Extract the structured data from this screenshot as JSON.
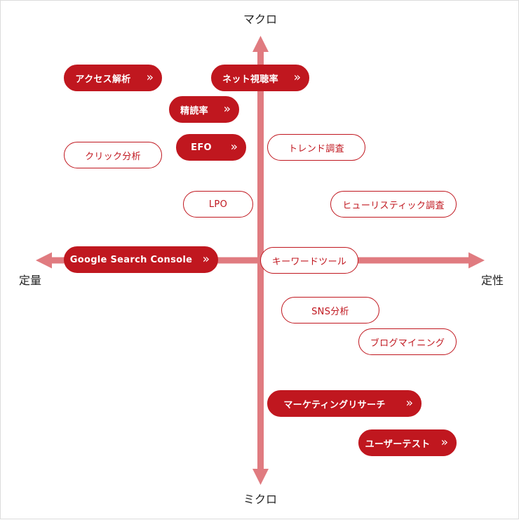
{
  "axes": {
    "top": "マクロ",
    "bottom": "ミクロ",
    "left": "定量",
    "right": "定性",
    "color": "#e07b80"
  },
  "colors": {
    "accent": "#c0171f"
  },
  "nodes": [
    {
      "label": "アクセス解析",
      "style": "solid",
      "has_chevron": true,
      "chevron": "»"
    },
    {
      "label": "ネット視聴率",
      "style": "solid",
      "has_chevron": true,
      "chevron": "»"
    },
    {
      "label": "精読率",
      "style": "solid",
      "has_chevron": true,
      "chevron": "»"
    },
    {
      "label": "EFO",
      "style": "solid",
      "has_chevron": true,
      "chevron": "»"
    },
    {
      "label": "クリック分析",
      "style": "outline",
      "has_chevron": false
    },
    {
      "label": "トレンド調査",
      "style": "outline",
      "has_chevron": false
    },
    {
      "label": "LPO",
      "style": "outline",
      "has_chevron": false
    },
    {
      "label": "ヒューリスティック調査",
      "style": "outline",
      "has_chevron": false
    },
    {
      "label": "Google Search Console",
      "style": "solid",
      "has_chevron": true,
      "chevron": "»"
    },
    {
      "label": "キーワードツール",
      "style": "outline",
      "has_chevron": false
    },
    {
      "label": "SNS分析",
      "style": "outline",
      "has_chevron": false
    },
    {
      "label": "ブログマイニング",
      "style": "outline",
      "has_chevron": false
    },
    {
      "label": "マーケティングリサーチ",
      "style": "solid",
      "has_chevron": true,
      "chevron": "»"
    },
    {
      "label": "ユーザーテスト",
      "style": "solid",
      "has_chevron": true,
      "chevron": "»"
    }
  ]
}
